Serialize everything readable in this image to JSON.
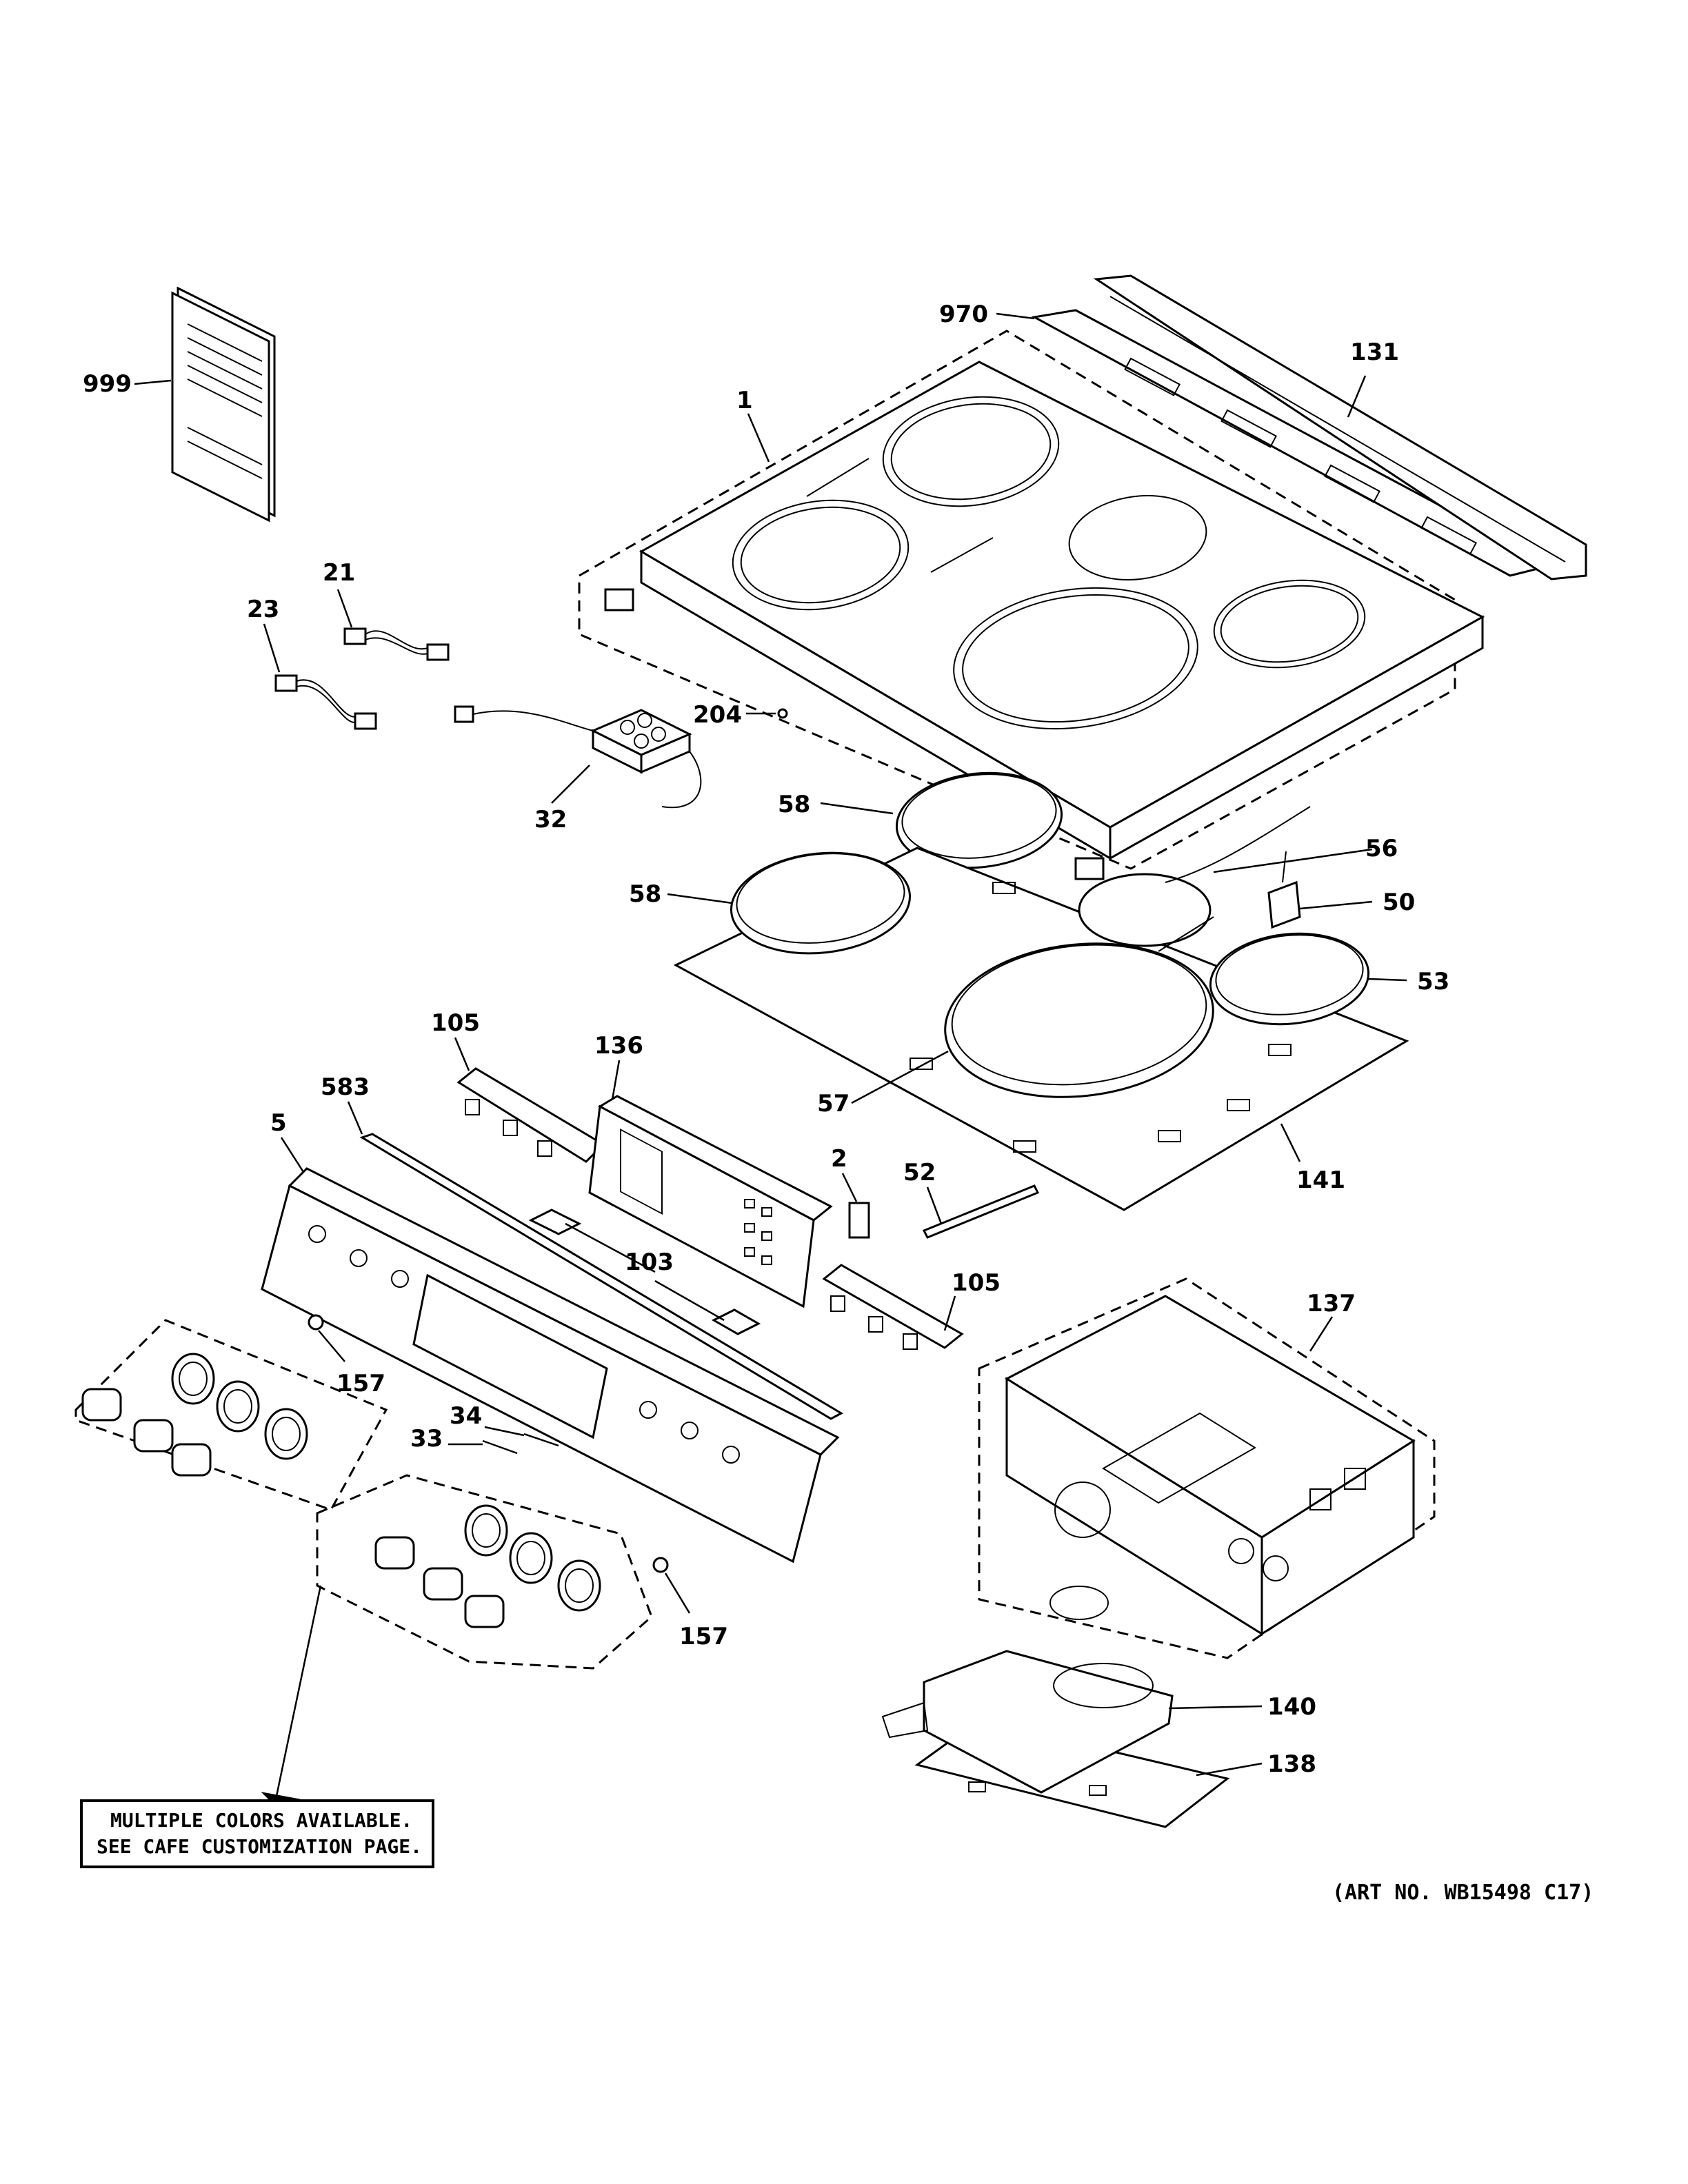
{
  "callouts": {
    "c999": "999",
    "c970": "970",
    "c131": "131",
    "c1": "1",
    "c21": "21",
    "c23": "23",
    "c204": "204",
    "c32": "32",
    "c58a": "58",
    "c58b": "58",
    "c56": "56",
    "c50": "50",
    "c53": "53",
    "c105a": "105",
    "c136": "136",
    "c583": "583",
    "c5": "5",
    "c57": "57",
    "c141": "141",
    "c2": "2",
    "c52": "52",
    "c103": "103",
    "c105b": "105",
    "c137": "137",
    "c157a": "157",
    "c34": "34",
    "c33": "33",
    "c157b": "157",
    "c140": "140",
    "c138": "138"
  },
  "notice": {
    "line1": "MULTIPLE COLORS AVAILABLE.",
    "line2": "SEE CAFE CUSTOMIZATION PAGE."
  },
  "art_number": "(ART NO. WB15498 C17)"
}
